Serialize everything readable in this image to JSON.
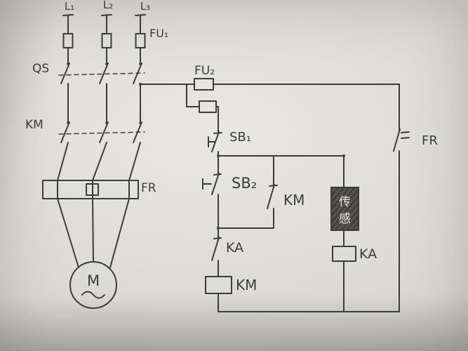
{
  "colors": {
    "ink": "#3a3c3d",
    "paper_light": "#e9e7e1",
    "paper_mid": "#dad8d2",
    "paper_dark": "#bcbab5",
    "sensor_fill": "#55534e",
    "sensor_text": "#ece9e2"
  },
  "labels": {
    "phase_l1": "L₁",
    "phase_l2": "L₂",
    "phase_l3": "L₃",
    "fuse_main": "FU₁",
    "isolator": "QS",
    "contactor_main": "KM",
    "thermal_relay": "FR",
    "fuse_control": "FU₂",
    "stop_button": "SB₁",
    "start_button": "SB₂",
    "contactor_aux": "KM",
    "sensor_top_char": "传",
    "sensor_bottom_char": "感",
    "relay_contact": "KA",
    "contactor_coil": "KM",
    "relay_coil": "KA",
    "thermal_contact": "FR",
    "motor": "M",
    "motor_wave": "~"
  }
}
